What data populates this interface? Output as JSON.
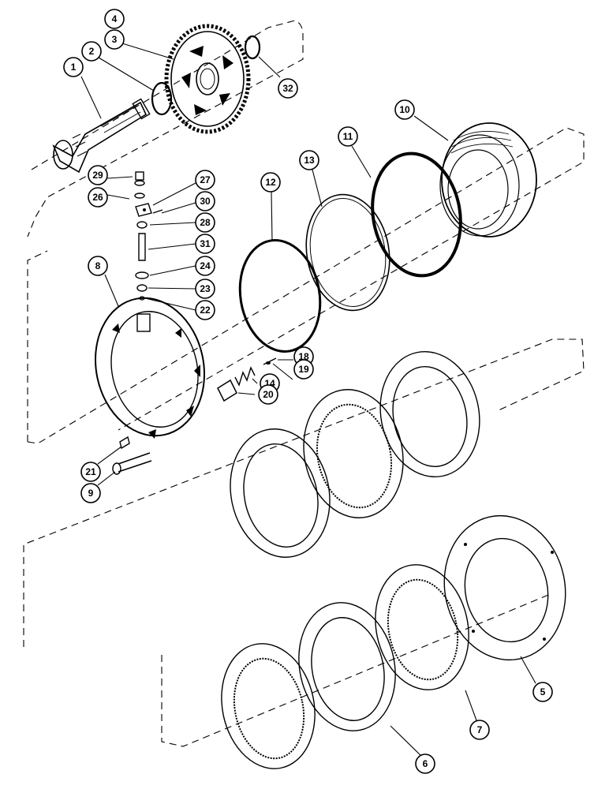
{
  "callouts": {
    "c1": "1",
    "c2": "2",
    "c3": "3",
    "c4": "4",
    "c5": "5",
    "c6": "6",
    "c7": "7",
    "c8": "8",
    "c9": "9",
    "c10": "10",
    "c11": "11",
    "c12": "12",
    "c13": "13",
    "c14": "14",
    "c18": "18",
    "c19": "19",
    "c20": "20",
    "c21": "21",
    "c22": "22",
    "c23": "23",
    "c24": "24",
    "c26": "26",
    "c27": "27",
    "c28": "28",
    "c29": "29",
    "c30": "30",
    "c31": "31",
    "c32": "32"
  }
}
